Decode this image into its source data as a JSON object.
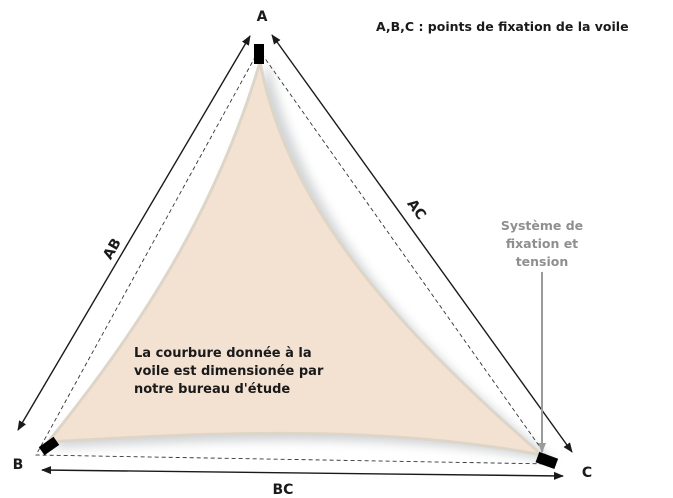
{
  "points": {
    "a": "A",
    "b": "B",
    "c": "C"
  },
  "sides": {
    "ab": "AB",
    "ac": "AC",
    "bc": "BC"
  },
  "legend": "A,B,C : points de fixation de la voile",
  "note_lines": [
    "La courbure donnée à la",
    "voile est dimensionée par",
    "notre bureau d'étude"
  ],
  "system_lines": [
    "Système de",
    "fixation et",
    "tension"
  ],
  "colors": {
    "sail_fill": "#f3e1d1",
    "sail_border": "#ddd6c8",
    "shadow": "#c9cccf",
    "arrow": "#1a1a1a",
    "system_label": "#8f8f8f",
    "system_arrow": "#9a9a9a"
  }
}
